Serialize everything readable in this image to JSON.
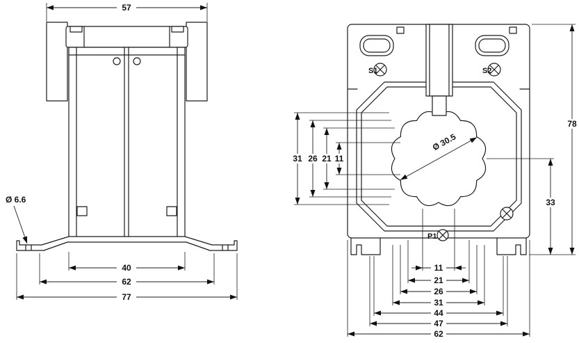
{
  "ink": "#1a1a1a",
  "left_view": {
    "dim_top_width": "57",
    "dim_hole_dia": "Ø 6.6",
    "dim_bottom_widths": [
      "40",
      "62",
      "77"
    ]
  },
  "right_view": {
    "terminals": {
      "s1": "S1",
      "s2": "S2",
      "p1": "P1"
    },
    "dim_overall_height": "78",
    "dim_center_to_bottom": "33",
    "dim_window_dia": "Ø 30.5",
    "dim_window_heights": [
      "31",
      "26",
      "21",
      "11"
    ],
    "dim_bottom_widths": [
      "11",
      "21",
      "26",
      "31",
      "44",
      "47",
      "62"
    ]
  }
}
